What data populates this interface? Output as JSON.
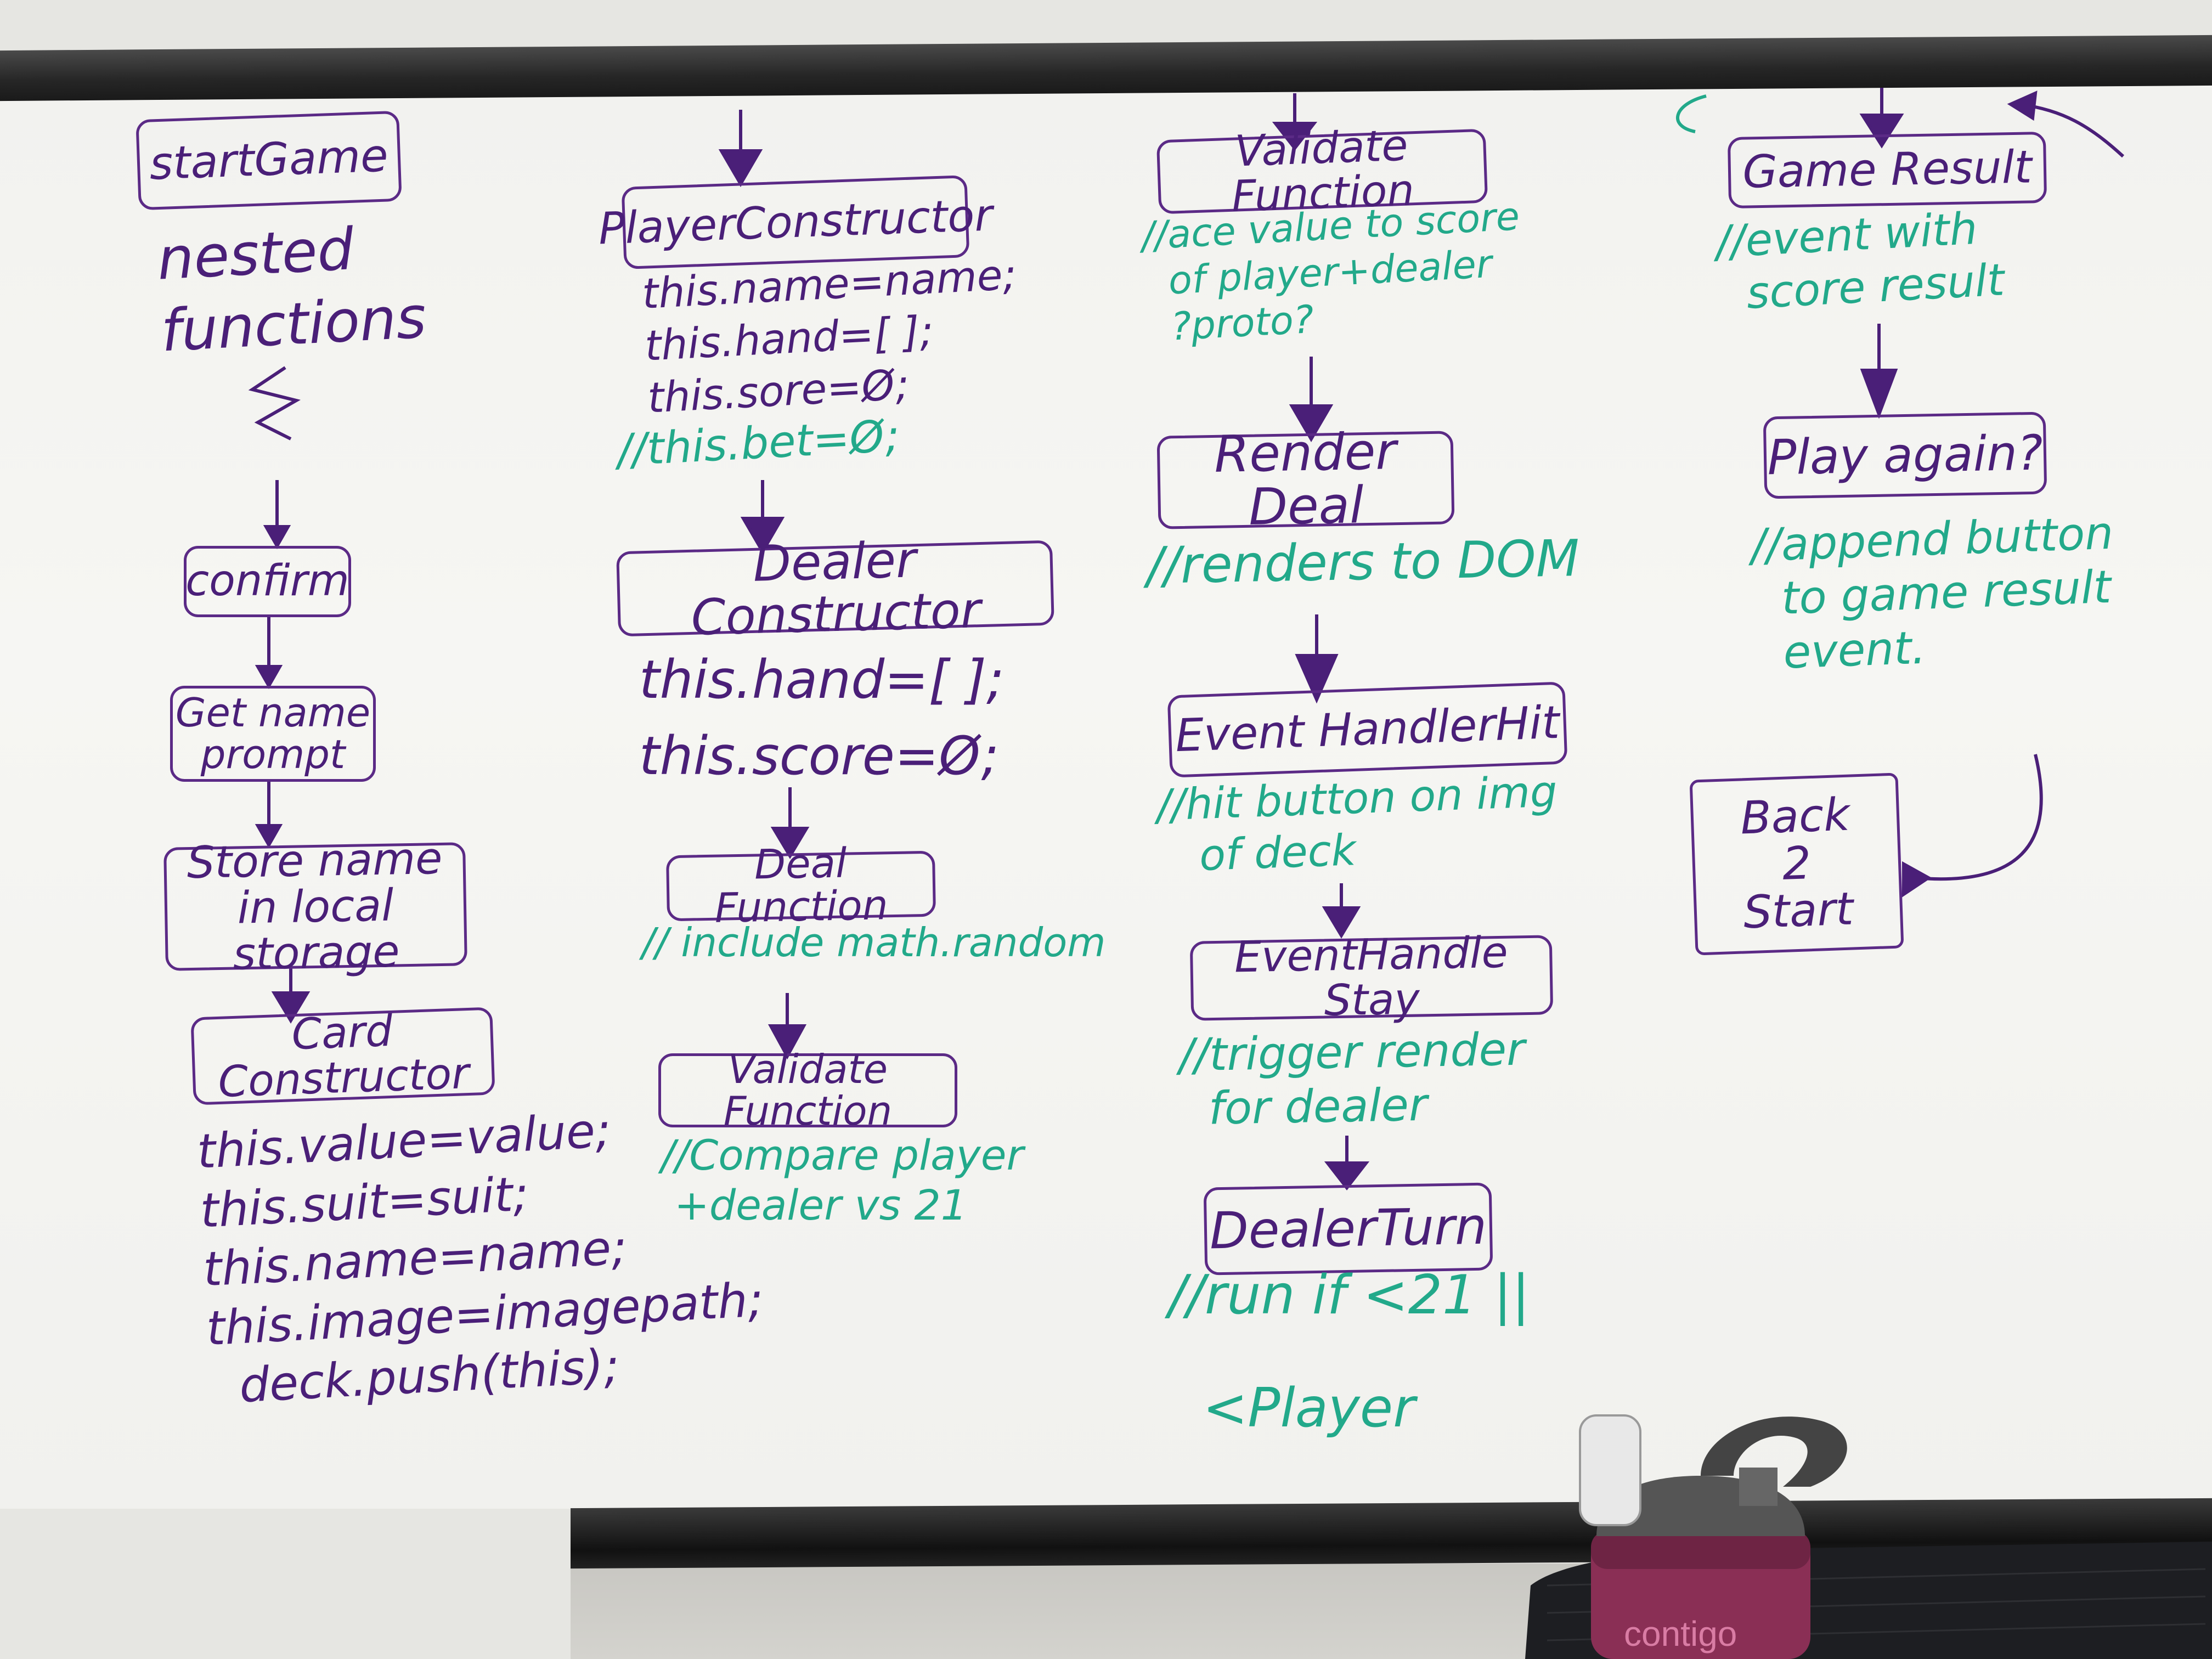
{
  "colors": {
    "marker_purple": "#4a1f78",
    "marker_green": "#22a98a",
    "rail": "#262626"
  },
  "col1": {
    "start_game": "startGame",
    "nested_note": "nested\nfunctions",
    "confirm": "confirm",
    "get_name": "Get name\nprompt",
    "store_name": "Store name\nin local storage",
    "card_constructor": "Card Constructor",
    "card_code": "this.value=value;\nthis.suit=suit;\nthis.name=name;\nthis.image=imagepath;\n  deck.push(this);"
  },
  "col2": {
    "player_constructor": "PlayerConstructor",
    "player_code": "this.name=name;\nthis.hand=[ ];\nthis.sore=Ø;",
    "player_comment": "//this.bet=Ø;",
    "dealer_constructor": "Dealer Constructor",
    "dealer_code": "this.hand=[ ];\nthis.score=Ø;",
    "deal_function": "Deal Function",
    "deal_comment": "// include math.random",
    "validate_function": "Validate Function",
    "validate_comment": "//Compare player\n +dealer vs 21"
  },
  "col3": {
    "validate_function": "Validate Function",
    "validate_comment": "//ace value to score\n  of player+dealer\n  ?proto?",
    "render_deal": "Render Deal",
    "render_comment": "//renders to DOM",
    "event_hit": "Event HandlerHit",
    "hit_comment": "//hit button on img\n   of deck",
    "event_stay": "EventHandle Stay",
    "stay_comment": "//trigger render\n  for dealer",
    "dealer_turn": "DealerTurn",
    "dealer_comment": "//run if <21 ||\n\n  <Player"
  },
  "col4": {
    "game_result": "Game Result",
    "result_comment": "//event with\n  score result",
    "play_again": "Play again?",
    "play_comment": "//append button\n  to game result\n  event.",
    "back_to_start": "Back\n2\nStart"
  },
  "bottle": {
    "brand": "contigo",
    "body_color": "#8a2f55",
    "lid_color": "#555555"
  }
}
